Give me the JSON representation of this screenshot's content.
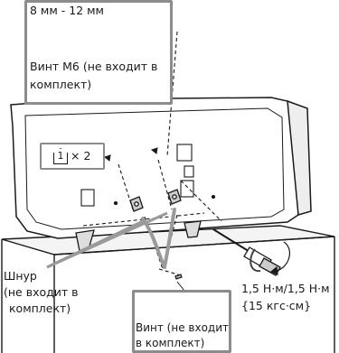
{
  "callout_top": {
    "size_range": "8 мм - 12 мм",
    "screw_caption_line1": "Винт М6 (не входит в",
    "screw_caption_line2": "комплект)"
  },
  "bracket_label": {
    "step_ref": "1",
    "count": "× 2"
  },
  "cord_label": {
    "line1": "Шнур",
    "line2": "(не входит в",
    "line3": "комплект)"
  },
  "torque_label": {
    "line1": "1,5 Н·м/1,5 Н·м",
    "line2": "{15 кгс·см}"
  },
  "callout_bottom": {
    "line1": "Винт (не входит",
    "line2": "в комплект)"
  },
  "colors": {
    "callout_border": "#8c8c8c",
    "line_art": "#1a1a1a",
    "cord": "#9a9a9a"
  }
}
